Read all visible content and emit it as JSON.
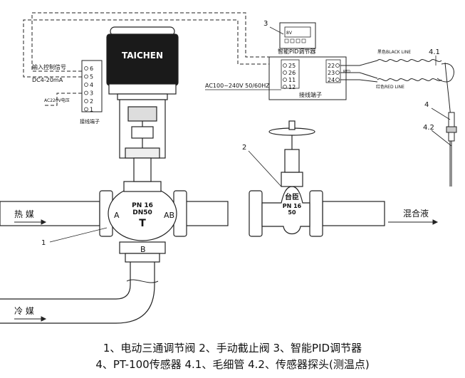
{
  "actuator": {
    "brand": "TAICHEN"
  },
  "valve_plate": {
    "maker": "台臣",
    "pn": "PN 16",
    "dn": "DN50",
    "dn_short": "50"
  },
  "ports": {
    "a": "A",
    "ab": "AB",
    "b": "B"
  },
  "terminal_block_left": {
    "title": "接线端子",
    "input_label": "输入控制信号",
    "signal_label": "DC4-20mA",
    "power_label": "AC220V电压",
    "numbers": [
      "6",
      "5",
      "4",
      "3",
      "2",
      "1"
    ]
  },
  "pid_controller": {
    "title": "智能PID调节器",
    "display_text": "8V",
    "terminal_title": "接线端子",
    "left_numbers": [
      "25",
      "26",
      "11",
      "12"
    ],
    "right_numbers": [
      "22",
      "23",
      "24"
    ],
    "rtd_label": "RTD",
    "power_label": "AC100~240V 50/60HZ"
  },
  "sensor_wires": {
    "black": "黑色BLACK LINE",
    "red": "红色RED LINE"
  },
  "media": {
    "hot": "热 媒",
    "cold": "冷 媒",
    "mixed": "混合液"
  },
  "callouts": [
    "1",
    "2",
    "3",
    "4",
    "4.1",
    "4.2"
  ],
  "legend": {
    "line1": "1、电动三通调节阀 2、手动截止阀 3、智能PID调节器",
    "line2": "4、PT-100传感器 4.1、毛细管 4.2、传感器探头(测温点)"
  }
}
